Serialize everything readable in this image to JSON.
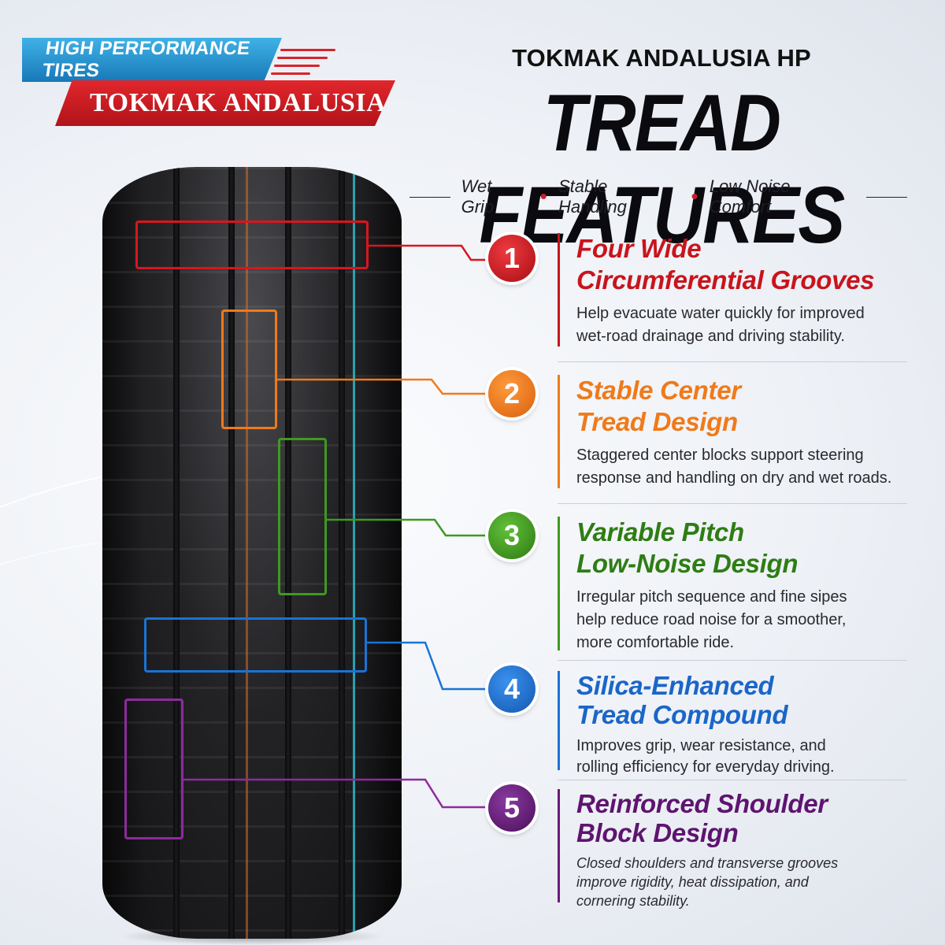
{
  "badge": {
    "line1": "HIGH PERFORMANCE TIRES",
    "line2": "TOKMAK ANDALUSIA"
  },
  "header": {
    "subtitle": "TOKMAK ANDALUSIA HP",
    "title": "TREAD FEATURES",
    "tagline": [
      "Wet Grip",
      "Stable Handling",
      "Low Noise Comfort"
    ]
  },
  "colors": {
    "f1": "#c8141c",
    "f2": "#f07a1a",
    "f3": "#3f9a1e",
    "f4": "#1a73d6",
    "f5": "#6a1b7a"
  },
  "features": [
    {
      "number": "1",
      "title_line1": "Four Wide",
      "title_line2": "Circumferential Grooves",
      "desc_line1": "Help evacuate water quickly for improved",
      "desc_line2": "wet-road drainage and driving stability."
    },
    {
      "number": "2",
      "title_line1": "Stable Center",
      "title_line2": "Tread Design",
      "desc_line1": "Staggered center blocks support steering",
      "desc_line2": "response and handling on dry and wet roads."
    },
    {
      "number": "3",
      "title_line1": "Variable Pitch",
      "title_line2": "Low-Noise Design",
      "desc_line1": "Irregular pitch sequence and fine sipes",
      "desc_line2": "help reduce road noise for a smoother,",
      "desc_line3": "more comfortable ride."
    },
    {
      "number": "4",
      "title_line1": "Silica-Enhanced",
      "title_line2": "Tread Compound",
      "desc_line1": "Improves grip, wear resistance, and",
      "desc_line2": "rolling efficiency for everyday driving."
    },
    {
      "number": "5",
      "title_line1": "Reinforced Shoulder",
      "title_line2": "Block Design",
      "desc_line1": "Closed shoulders and transverse grooves",
      "desc_line2": "improve rigidity, heat dissipation, and",
      "desc_line3": "cornering stability."
    }
  ]
}
